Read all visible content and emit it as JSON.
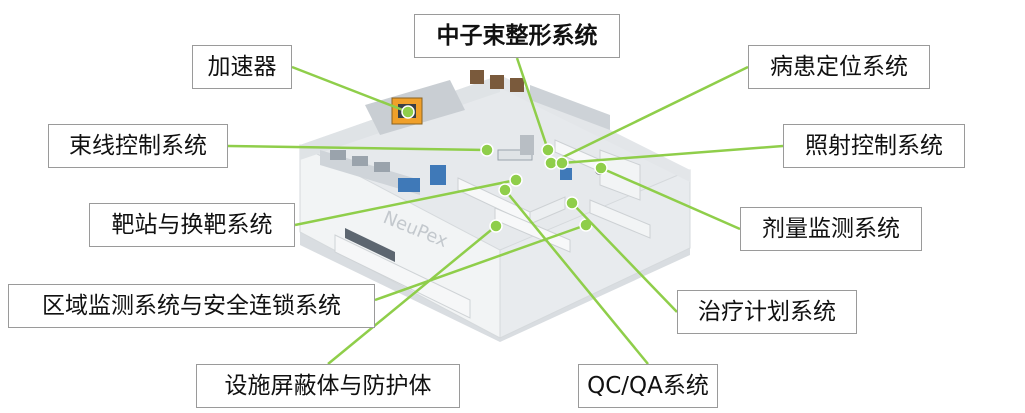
{
  "colors": {
    "leader_line": "#8fce4a",
    "node_dot": "#8fce4a",
    "label_border": "#9a9a9a",
    "building_wall": "#f1f3f4",
    "building_floor": "#e6e9ec",
    "equipment_blue": "#3f79b8",
    "equipment_orange": "#f0a02a"
  },
  "top_fragment": "",
  "building": {
    "logo_text": "NeuPex"
  },
  "labels": [
    {
      "id": "accelerator",
      "text": "加速器",
      "emphasis": false
    },
    {
      "id": "bnct-beam-shaping",
      "text": "中子束整形系统",
      "emphasis": true
    },
    {
      "id": "patient-positioning",
      "text": "病患定位系统",
      "emphasis": false
    },
    {
      "id": "beamline-control",
      "text": "束线控制系统",
      "emphasis": false
    },
    {
      "id": "irradiation-control",
      "text": "照射控制系统",
      "emphasis": false
    },
    {
      "id": "target-station",
      "text": "靶站与换靶系统",
      "emphasis": false
    },
    {
      "id": "dose-monitoring",
      "text": "剂量监测系统",
      "emphasis": false
    },
    {
      "id": "area-monitoring-interlock",
      "text": "区域监测系统与安全连锁系统",
      "emphasis": false
    },
    {
      "id": "treatment-planning",
      "text": "治疗计划系统",
      "emphasis": false
    },
    {
      "id": "shielding",
      "text": "设施屏蔽体与防护体",
      "emphasis": false
    },
    {
      "id": "qc-qa",
      "text": "QC/QA系统",
      "emphasis": false
    }
  ]
}
